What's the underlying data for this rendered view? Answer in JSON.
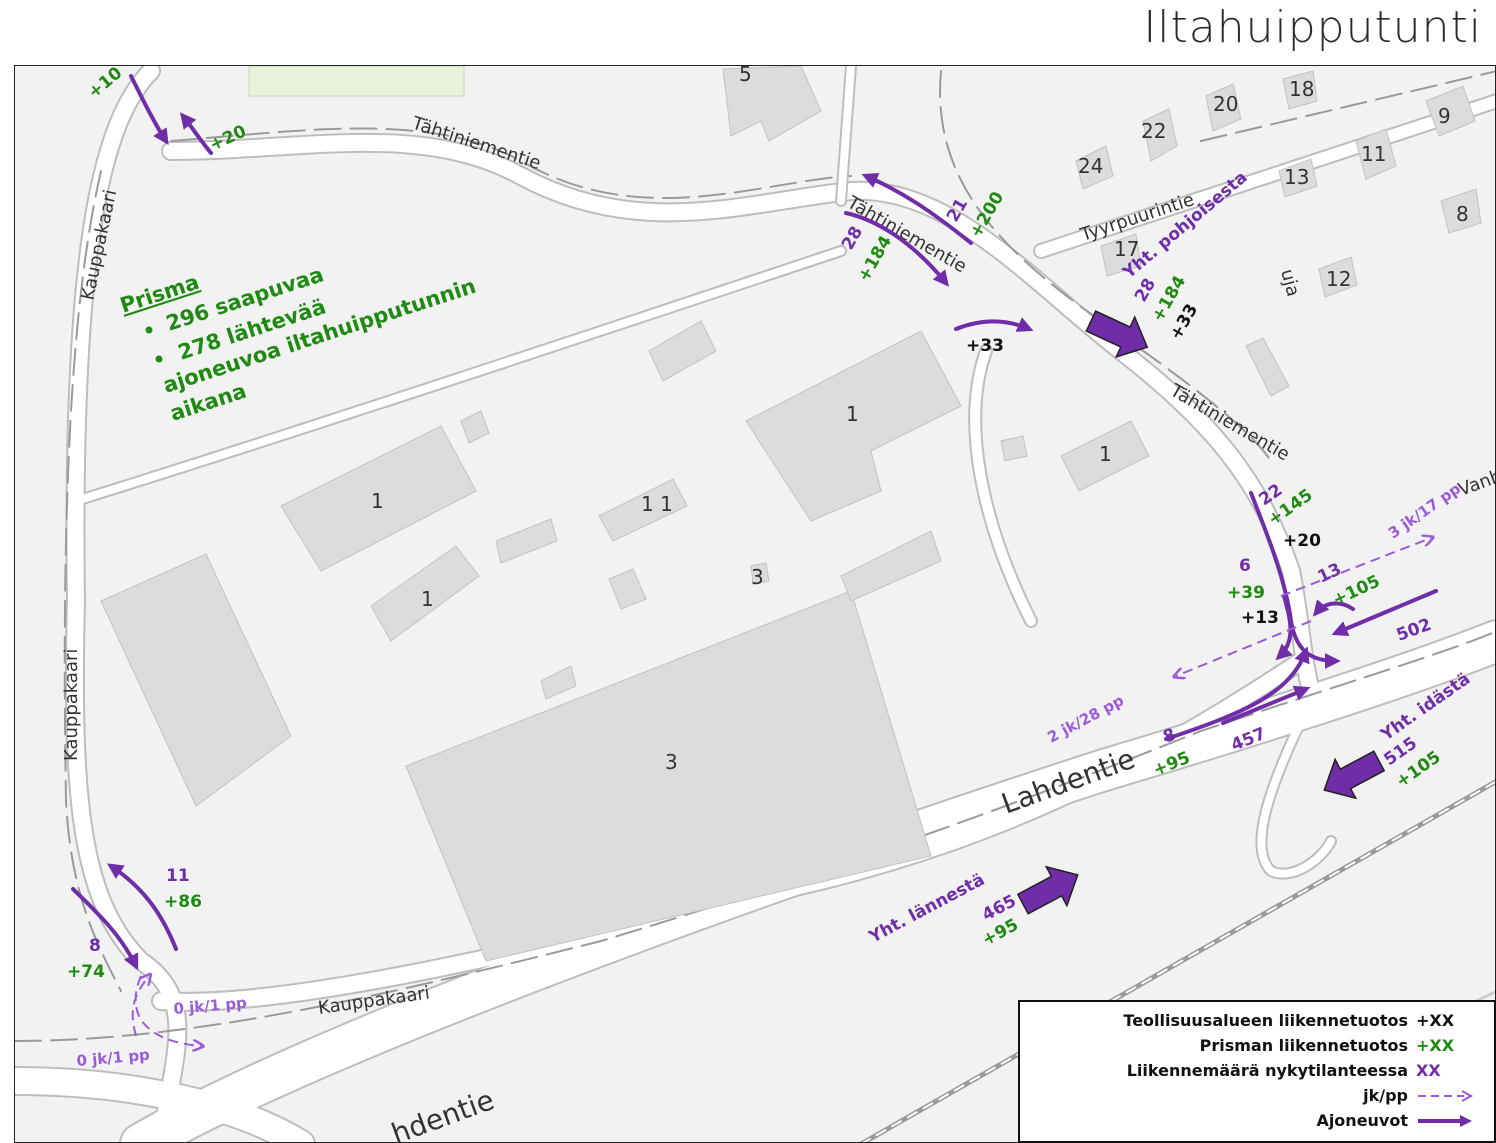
{
  "title": "Iltahuipputunti",
  "colors": {
    "purple": "#6f2da8",
    "light_purple": "#9b5bd6",
    "green": "#1f8a12",
    "black": "#111111",
    "map_bg": "#f2f2f2",
    "building": "#dcdcdc",
    "road": "#ffffff"
  },
  "street_labels": {
    "tahtiniementie": "Tähtiniementie",
    "kauppakaari": "Kauppakaari",
    "lahdentie": "Lahdentie",
    "lahdentie_partial": "hdentie",
    "tyyrpuurintie": "Tyyrpuurintie",
    "vanha_partial": "Vanh",
    "uja_partial": "uja"
  },
  "building_numbers": [
    "5",
    "18",
    "20",
    "22",
    "24",
    "9",
    "11",
    "13",
    "8",
    "17",
    "12",
    "1",
    "3",
    "1 1"
  ],
  "prisma_note": {
    "heading": "Prisma",
    "bullet1": "296 saapuvaa",
    "bullet2": "278 lähtevää",
    "line3": "ajoneuvoa iltahuipputunnin",
    "line4": "aikana"
  },
  "flows": {
    "nw_in": "+10",
    "nw_out": "+20",
    "tahti_w_count": "21",
    "tahti_w_prisma": "+200",
    "tahti_e_count": "28",
    "tahti_e_prisma": "+184",
    "tahti_mid": "+33",
    "pohjoisesta_label": "Yht. pohjoisesta",
    "pohjoisesta_count": "28",
    "pohjoisesta_prisma": "+184",
    "pohjoisesta_industry": "+33",
    "junction_n_count": "22",
    "junction_n_prisma": "+145",
    "junction_n_industry": "+20",
    "junction_l_count": "6",
    "junction_l_prisma": "+39",
    "junction_l_industry": "+13",
    "junction_r_count": "13",
    "junction_r_prisma": "+105",
    "east_through": "502",
    "west_through": "457",
    "west_in_count": "8",
    "west_in_prisma": "+95",
    "idasta_label": "Yht. idästä",
    "idasta_count": "515",
    "idasta_prisma": "+105",
    "lannesta_label": "Yht. lännestä",
    "lannesta_count": "465",
    "lannesta_prisma": "+95",
    "sw_up_count": "11",
    "sw_up_prisma": "+86",
    "sw_down_count": "8",
    "sw_down_prisma": "+74"
  },
  "pedestrian": {
    "east_label": "3 jk/17 pp",
    "west_label": "2 jk/28 pp",
    "sw_label_1": "0 jk/1 pp",
    "sw_label_2": "0 jk/1 pp"
  },
  "legend": {
    "row1_text": "Teollisuusalueen liikennetuotos",
    "row1_symbol": "+XX",
    "row2_text": "Prisman liikennetuotos",
    "row2_symbol": "+XX",
    "row3_text": "Liikennemäärä nykytilanteessa",
    "row3_symbol": "XX",
    "row4_text": "jk/pp",
    "row5_text": "Ajoneuvot"
  }
}
